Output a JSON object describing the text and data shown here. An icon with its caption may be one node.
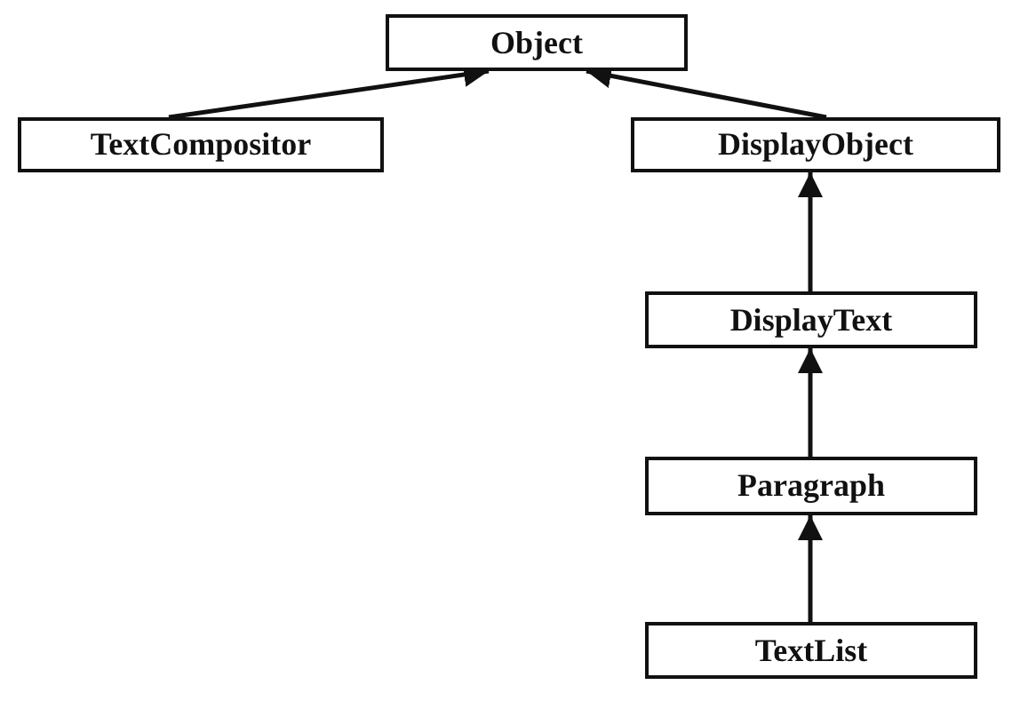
{
  "diagram": {
    "nodes": [
      {
        "text": [
          "Object"
        ]
      },
      {
        "text": [
          "TextCompositor"
        ]
      },
      {
        "text": [
          "DisplayObject"
        ]
      },
      {
        "text": [
          "DisplayText"
        ]
      },
      {
        "text": [
          "Paragraph"
        ]
      },
      {
        "text": [
          "TextList"
        ]
      }
    ],
    "edges": [
      {
        "from": 1,
        "to": 0,
        "arrow": "to"
      },
      {
        "from": 2,
        "to": 0,
        "arrow": "to"
      },
      {
        "from": 3,
        "to": 2,
        "arrow": "to"
      },
      {
        "from": 4,
        "to": 3,
        "arrow": "to"
      },
      {
        "from": 5,
        "to": 4,
        "arrow": "to"
      }
    ]
  }
}
